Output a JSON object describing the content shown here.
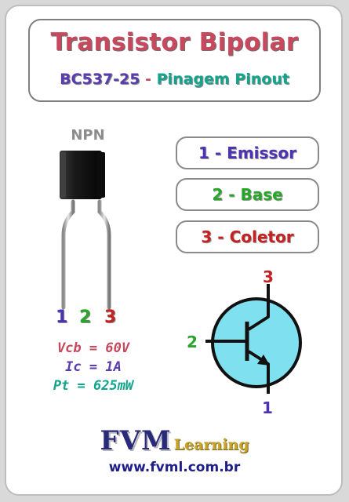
{
  "header": {
    "title": "Transistor Bipolar",
    "model": "BC537-25",
    "separator": "-",
    "subtitle": "Pinagem Pinout"
  },
  "package": {
    "type_label": "NPN"
  },
  "pins": [
    {
      "label": "1 - Emissor",
      "number": "1",
      "color": "#4d33b3"
    },
    {
      "label": "2 - Base",
      "number": "2",
      "color": "#29a629"
    },
    {
      "label": "3 - Coletor",
      "number": "3",
      "color": "#c42222"
    }
  ],
  "specs": {
    "vcb": "Vcb = 60V",
    "ic": "Ic = 1A",
    "pt": "Pt = 625mW"
  },
  "symbol": {
    "collector_label": "3",
    "base_label": "2",
    "emitter_label": "1",
    "fill_color": "#7fe0f0"
  },
  "brand": {
    "name": "FVM",
    "suffix": "Learning",
    "url": "www.fvml.com.br"
  }
}
